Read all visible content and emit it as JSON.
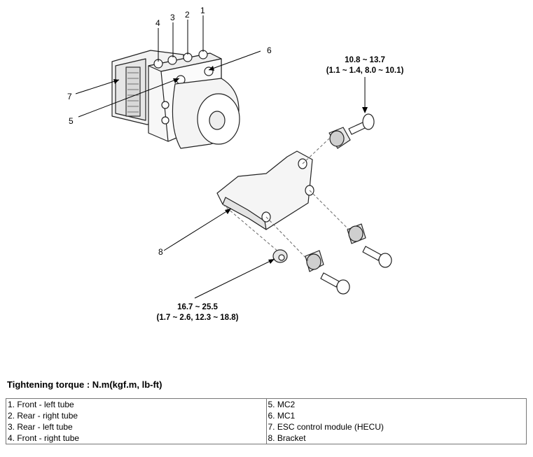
{
  "callouts": {
    "c1": "1",
    "c2": "2",
    "c3": "3",
    "c4": "4",
    "c5": "5",
    "c6": "6",
    "c7": "7",
    "c8": "8"
  },
  "torque_upper": {
    "line1": "10.8 ~ 13.7",
    "line2": "(1.1 ~ 1.4, 8.0 ~ 10.1)"
  },
  "torque_lower": {
    "line1": "16.7 ~ 25.5",
    "line2": "(1.7 ~ 2.6, 12.3 ~ 18.8)"
  },
  "heading": "Tightening torque : N.m(kgf.m, lb-ft)",
  "legend": {
    "rows": [
      {
        "left": "1. Front - left tube",
        "right": "5. MC2"
      },
      {
        "left": "2. Rear - right tube",
        "right": "6. MC1"
      },
      {
        "left": "3. Rear - left tube",
        "right": "7. ESC control module (HECU)"
      },
      {
        "left": "4. Front - right tube",
        "right": "8. Bracket"
      }
    ]
  }
}
